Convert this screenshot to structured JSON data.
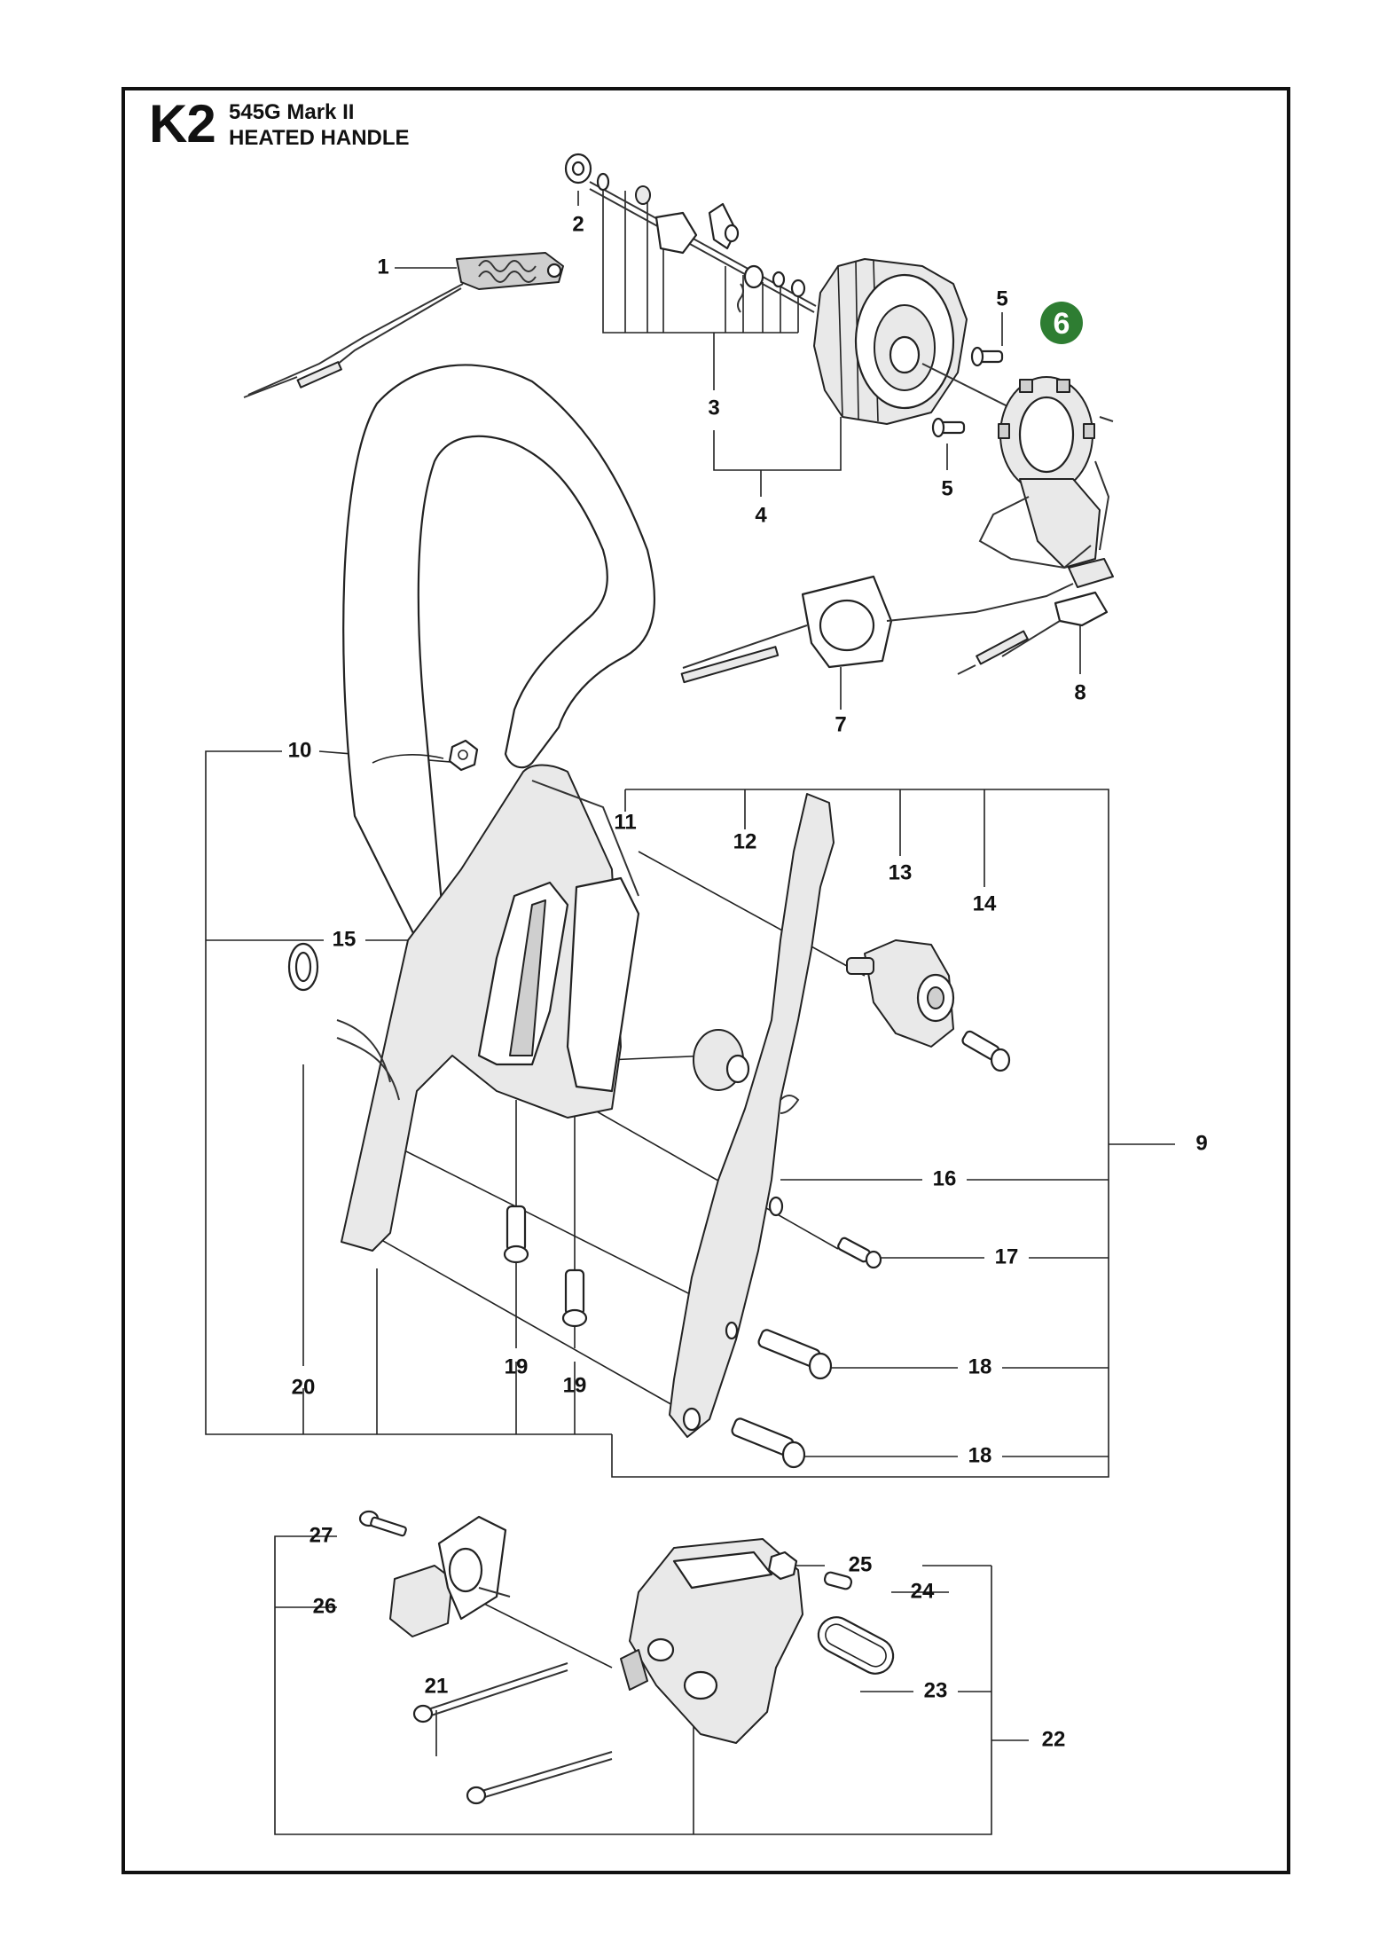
{
  "header": {
    "code": "K2",
    "model": "545G Mark II",
    "title": "HEATED HANDLE"
  },
  "highlight": {
    "part": "6",
    "color": "#2e7d32"
  },
  "callouts": [
    {
      "id": "c1",
      "text": "1"
    },
    {
      "id": "c2",
      "text": "2"
    },
    {
      "id": "c3",
      "text": "3"
    },
    {
      "id": "c4",
      "text": "4"
    },
    {
      "id": "c5a",
      "text": "5"
    },
    {
      "id": "c5b",
      "text": "5"
    },
    {
      "id": "c7",
      "text": "7"
    },
    {
      "id": "c8",
      "text": "8"
    },
    {
      "id": "c9",
      "text": "9"
    },
    {
      "id": "c10",
      "text": "10"
    },
    {
      "id": "c11",
      "text": "11"
    },
    {
      "id": "c12",
      "text": "12"
    },
    {
      "id": "c13",
      "text": "13"
    },
    {
      "id": "c14",
      "text": "14"
    },
    {
      "id": "c15",
      "text": "15"
    },
    {
      "id": "c16",
      "text": "16"
    },
    {
      "id": "c17",
      "text": "17"
    },
    {
      "id": "c18a",
      "text": "18"
    },
    {
      "id": "c18b",
      "text": "18"
    },
    {
      "id": "c19a",
      "text": "19"
    },
    {
      "id": "c19b",
      "text": "19"
    },
    {
      "id": "c20",
      "text": "20"
    },
    {
      "id": "c21",
      "text": "21"
    },
    {
      "id": "c22",
      "text": "22"
    },
    {
      "id": "c23",
      "text": "23"
    },
    {
      "id": "c24",
      "text": "24"
    },
    {
      "id": "c25",
      "text": "25"
    },
    {
      "id": "c26",
      "text": "26"
    },
    {
      "id": "c27",
      "text": "27"
    }
  ]
}
